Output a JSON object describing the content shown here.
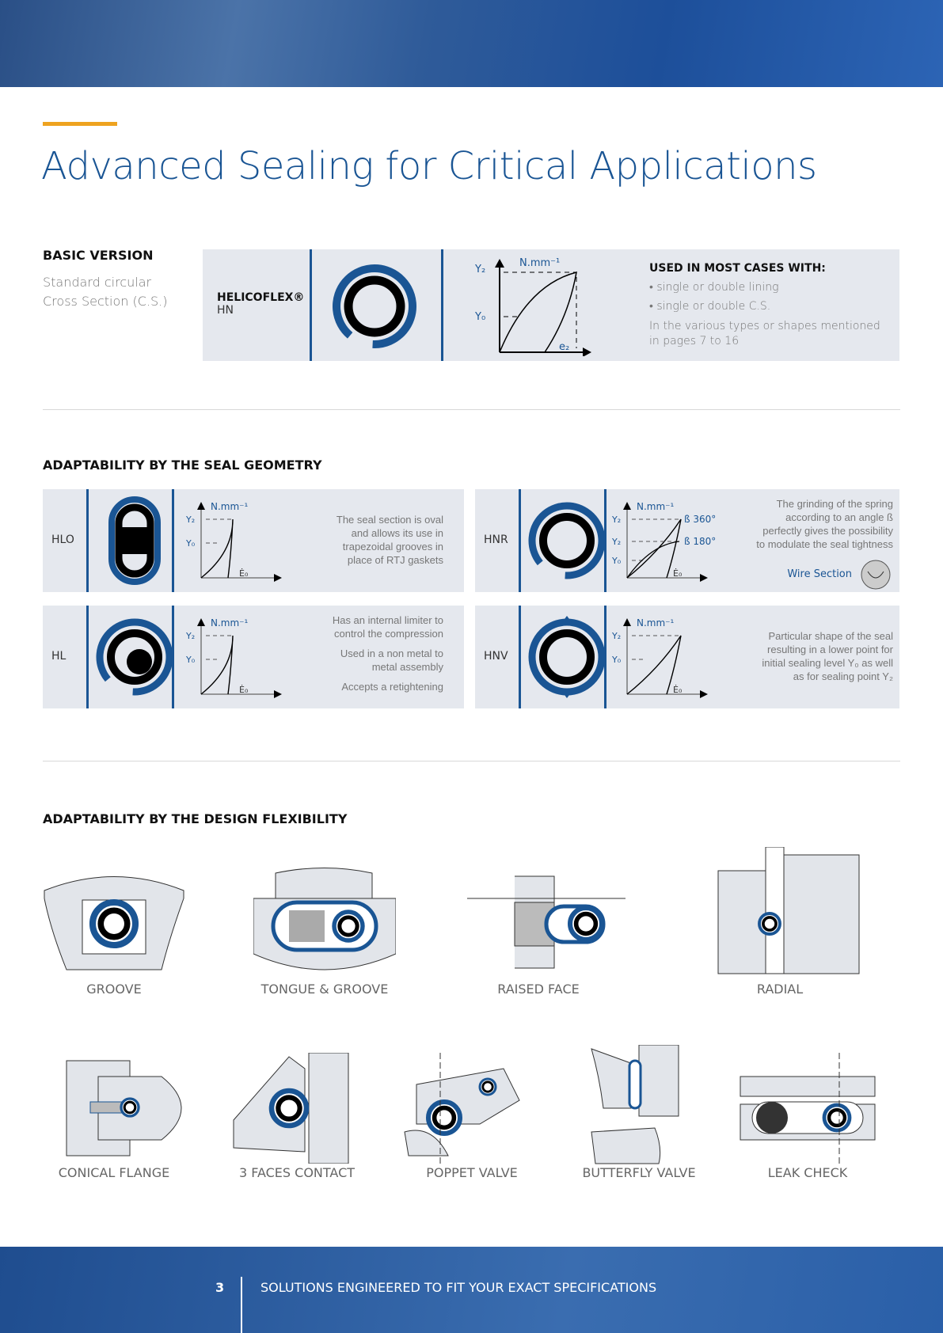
{
  "title": "Advanced Sealing for Critical Applications",
  "basic": {
    "heading": "BASIC VERSION",
    "desc1": "Standard circular",
    "desc2": "Cross Section (C.S.)",
    "product": "HELICOFLEX®",
    "code": "HN",
    "graph": {
      "y_top": "Y₂",
      "y_mid": "Y₀",
      "unit": "N.mm⁻¹",
      "x": "e₂"
    },
    "used_heading": "USED IN MOST CASES WITH:",
    "bullets": [
      "• single or double lining",
      "• single or double C.S."
    ],
    "note1": "In the various types or shapes mentioned",
    "note2": "in pages 7 to 16"
  },
  "geometry": {
    "heading": "ADAPTABILITY BY THE SEAL GEOMETRY",
    "cards": [
      {
        "code": "HLO",
        "unit": "N.mm⁻¹",
        "y2": "Y₂",
        "y0": "Y₀",
        "x": "Ė₀",
        "lines": [
          "The seal section is oval",
          "and allows its use in",
          "trapezoidal grooves in",
          "place of RTJ gaskets"
        ]
      },
      {
        "code": "HNR",
        "unit": "N.mm⁻¹",
        "y2": "Y₂",
        "y2b": "Y₂",
        "y0": "Y₀",
        "x": "Ė₀",
        "b360": "ß 360°",
        "b180": "ß 180°",
        "lines": [
          "The grinding of the spring",
          "according to an angle ß",
          "perfectly gives the possibility",
          "to modulate the seal tightness"
        ],
        "wire": "Wire Section"
      },
      {
        "code": "HL",
        "unit": "N.mm⁻¹",
        "y2": "Y₂",
        "y0": "Y₀",
        "x": "Ė₀",
        "lines": [
          "Has an internal limiter to",
          "control the compression",
          "Used in a non metal to",
          "metal assembly",
          "Accepts a retightening"
        ]
      },
      {
        "code": "HNV",
        "unit": "N.mm⁻¹",
        "y2": "Y₂",
        "y0": "Y₀",
        "x": "Ė₀",
        "lines": [
          "Particular shape of the seal",
          "resulting in a lower point for",
          "initial sealing level Y₀ as well",
          "as for sealing point Y₂"
        ]
      }
    ]
  },
  "flex": {
    "heading": "ADAPTABILITY BY THE DESIGN FLEXIBILITY",
    "row1": [
      "GROOVE",
      "TONGUE & GROOVE",
      "RAISED FACE",
      "RADIAL"
    ],
    "row2": [
      "CONICAL FLANGE",
      "3 FACES CONTACT",
      "POPPET VALVE",
      "BUTTERFLY VALVE",
      "LEAK CHECK"
    ]
  },
  "footer": {
    "page": "3",
    "text": "SOLUTIONS ENGINEERED TO FIT YOUR EXACT SPECIFICATIONS"
  },
  "colors": {
    "blue": "#1a5594",
    "orange": "#eea320",
    "panel": "#e5e8ee"
  }
}
